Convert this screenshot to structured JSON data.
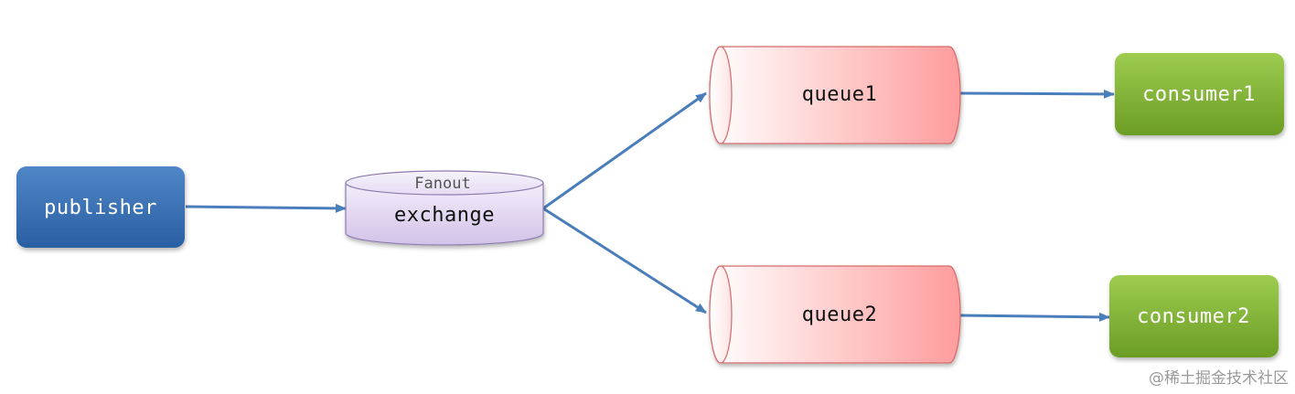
{
  "diagram": {
    "publisher": {
      "label": "publisher"
    },
    "exchange": {
      "type_label": "Fanout",
      "label": "exchange"
    },
    "queues": [
      {
        "label": "queue1"
      },
      {
        "label": "queue2"
      }
    ],
    "consumers": [
      {
        "label": "consumer1"
      },
      {
        "label": "consumer2"
      }
    ],
    "watermark": "@稀土掘金技术社区"
  },
  "colors": {
    "arrow": "#4a7ebb",
    "publisher_fill_top": "#4f86c6",
    "publisher_fill_bottom": "#2a5fa3",
    "exchange_fill_top": "#efe8f7",
    "exchange_fill_bottom": "#d3c3e8",
    "exchange_stroke": "#8e7bb0",
    "queue_fill_left": "#ffffff",
    "queue_fill_right": "#ff9a9a",
    "queue_stroke": "#d46b6b",
    "consumer_fill_top": "#9ccb4e",
    "consumer_fill_bottom": "#6d9e25",
    "watermark": "#9a9a9a"
  }
}
